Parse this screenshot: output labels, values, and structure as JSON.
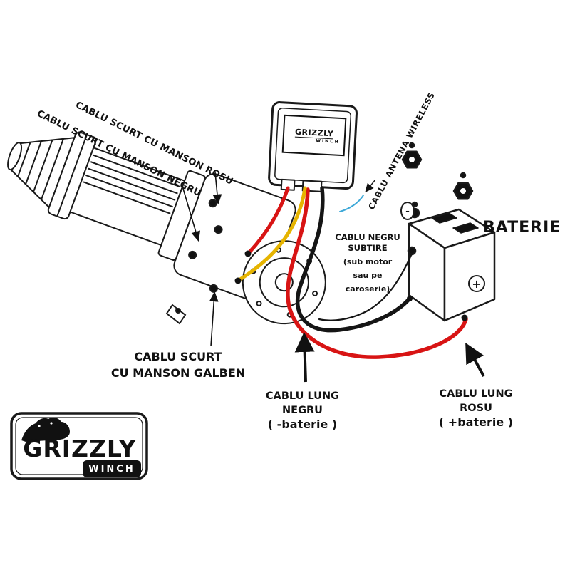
{
  "diagram": {
    "labels": {
      "short_red": "CABLU SCURT CU MANSON ROSU",
      "short_black": "CABLU SCURT CU MANSON NEGRU",
      "antenna": "CABLU ANTENA WIRELESS",
      "battery": "BATERIE",
      "thin_black": [
        "CABLU NEGRU",
        "SUBTIRE",
        "(sub motor",
        "sau pe",
        "caroserie)"
      ],
      "short_yellow": [
        "CABLU SCURT",
        "CU MANSON GALBEN"
      ],
      "long_black": [
        "CABLU LUNG",
        "NEGRU",
        "( -baterie )"
      ],
      "long_red": [
        "CABLU LUNG",
        "ROSU",
        "( +baterie )"
      ]
    },
    "battery_plus": "+",
    "battery_minus": "-",
    "control_box": {
      "brand": "GRIZZLY",
      "sub": "WINCH"
    },
    "logo": {
      "brand": "GRIZZLY",
      "sub": "WINCH"
    },
    "colors": {
      "red": "#d81414",
      "yellow": "#e6b400",
      "black": "#151515",
      "blue": "#3fa9d8"
    }
  }
}
